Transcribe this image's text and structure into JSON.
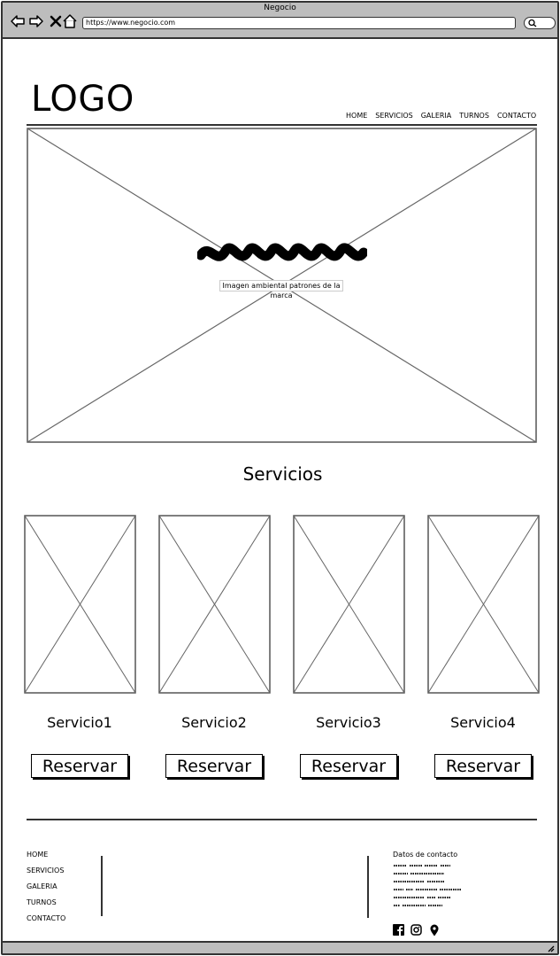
{
  "browser": {
    "title": "Negocio",
    "url": "https://www.negocio.com"
  },
  "header": {
    "logo": "LOGO",
    "nav": [
      "HOME",
      "SERVICIOS",
      "GALERIA",
      "TURNOS",
      "CONTACTO"
    ]
  },
  "hero": {
    "caption": "Imagen ambiental patrones de la marca"
  },
  "services": {
    "title": "Servicios",
    "items": [
      {
        "name": "Servicio1",
        "button": "Reservar"
      },
      {
        "name": "Servicio2",
        "button": "Reservar"
      },
      {
        "name": "Servicio3",
        "button": "Reservar"
      },
      {
        "name": "Servicio4",
        "button": "Reservar"
      }
    ]
  },
  "footer": {
    "nav": [
      "HOME",
      "SERVICIOS",
      "GALERIA",
      "TURNOS",
      "CONTACTO"
    ],
    "contact_title": "Datos de contacto",
    "social_icons": [
      "facebook-icon",
      "instagram-icon",
      "location-pin-icon"
    ]
  }
}
